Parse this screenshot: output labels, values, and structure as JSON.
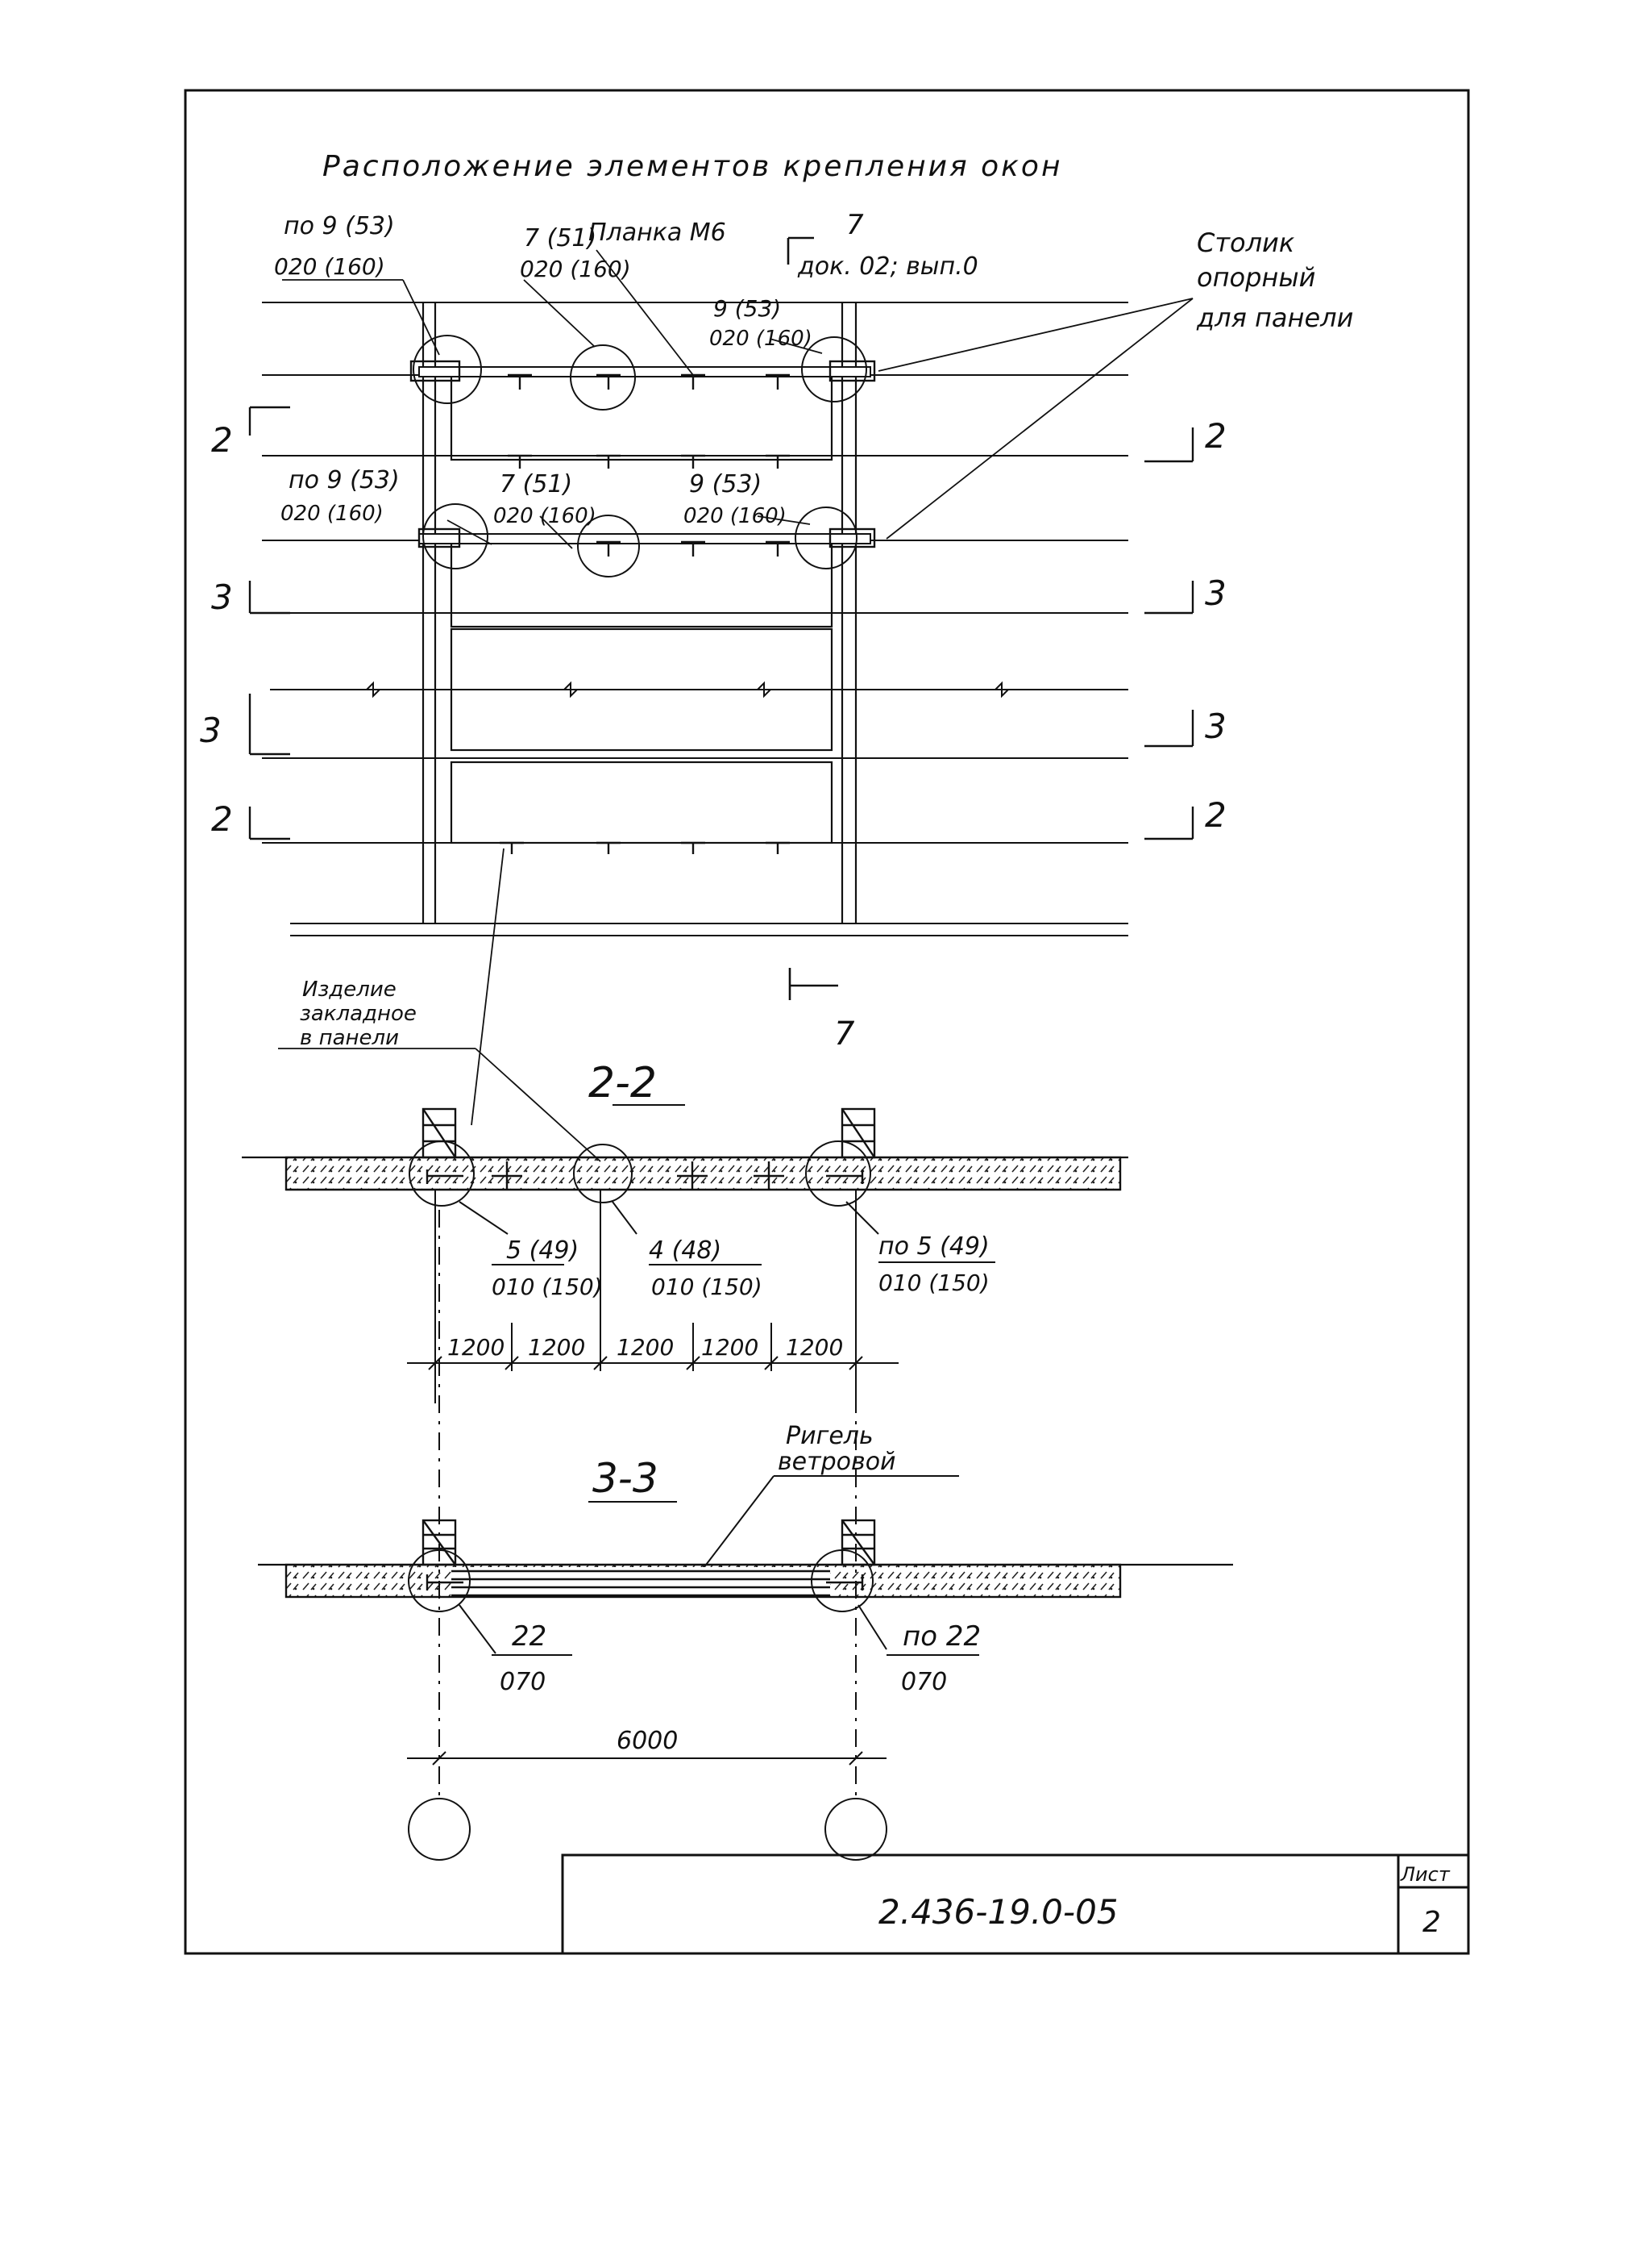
{
  "title": "Расположение элементов крепления окон",
  "plan": {
    "labels": {
      "top_left_mark": "по 9 (53)",
      "top_left_sub": "020 (160)",
      "top_mid_mark": "7 (51)",
      "top_mid_sub": "020 (160)",
      "plank": "Планка М6",
      "top_right_mark": "9 (53)",
      "top_right_sub": "020 (160)",
      "mid_left_mark": "по 9 (53)",
      "mid_left_sub": "020 (160)",
      "mid_mid_mark": "7 (51)",
      "mid_mid_sub": "020 (160)",
      "mid_right_mark": "9 (53)",
      "mid_right_sub": "020 (160)",
      "support_line1": "Столик",
      "support_line2": "опорный",
      "support_line3": "для панели",
      "doc_ref_num": "7",
      "doc_ref_text": "док. 02; вып.0",
      "embedded_line1": "Изделие",
      "embedded_line2": "закладное",
      "embedded_line3": "в панели",
      "bottom_cut_num": "7"
    },
    "section_marks": {
      "left": [
        "2",
        "3",
        "3",
        "2"
      ],
      "right": [
        "2",
        "3",
        "3",
        "2"
      ]
    }
  },
  "section_2_2": {
    "title": "2-2",
    "mark_left": "5 (49)",
    "sub_left": "010 (150)",
    "mark_mid": "4 (48)",
    "sub_mid": "010 (150)",
    "mark_right": "по 5 (49)",
    "sub_right": "010 (150)",
    "dims": [
      "1200",
      "1200",
      "1200",
      "1200",
      "1200"
    ]
  },
  "section_3_3": {
    "title": "3-3",
    "beam_line1": "Ригель",
    "beam_line2": "ветровой",
    "mark_left": "22",
    "sub_left": "070",
    "mark_right": "по 22",
    "sub_right": "070",
    "span": "6000"
  },
  "stamp": {
    "doc_code": "2.436-19.0-05",
    "sheet_label": "Лист",
    "sheet_number": "2"
  }
}
